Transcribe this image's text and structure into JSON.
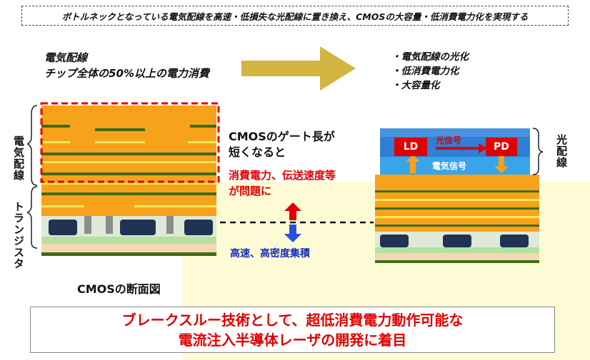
{
  "banner": "ボトルネックとなっている電気配線を高速・低損失な光配線に置き換え、CMOSの大容量・低消費電力化を実現する",
  "left_title": {
    "line1": "電気配線",
    "line2": "チップ全体の50%以上の電力消費"
  },
  "right_bullets": [
    "・電気配線の光化",
    "・低消費電力化",
    "・大容量化"
  ],
  "labels": {
    "denki_haisen": "電気配線",
    "transistor": "トランジスタ",
    "hikari_haisen": "光配線",
    "cmos_cross_section": "CMOSの断面図"
  },
  "middle": {
    "gate_line1": "CMOSのゲート長が",
    "gate_line2": "短くなると",
    "issue_line1": "消費電力、伝送速度等",
    "issue_line2": "が問題に",
    "benefit": "高速、高密度集積"
  },
  "optical": {
    "ld": "LD",
    "pd": "PD",
    "optical_signal": "光信号",
    "electrical_signal": "電気信号"
  },
  "bottom": {
    "line1": "ブレークスルー技術として、超低消費電力動作可能な",
    "line2": "電流注入半導体レーザの開発に着目"
  },
  "colors": {
    "metal": "#f7a21b",
    "wire_green": "#3f6b12",
    "wire_yellow": "#f0e85a",
    "arrow_gold": "#d4b441",
    "red": "#e00000",
    "blue": "#1a2fb8",
    "optical_blue": "#2f7fd6"
  }
}
